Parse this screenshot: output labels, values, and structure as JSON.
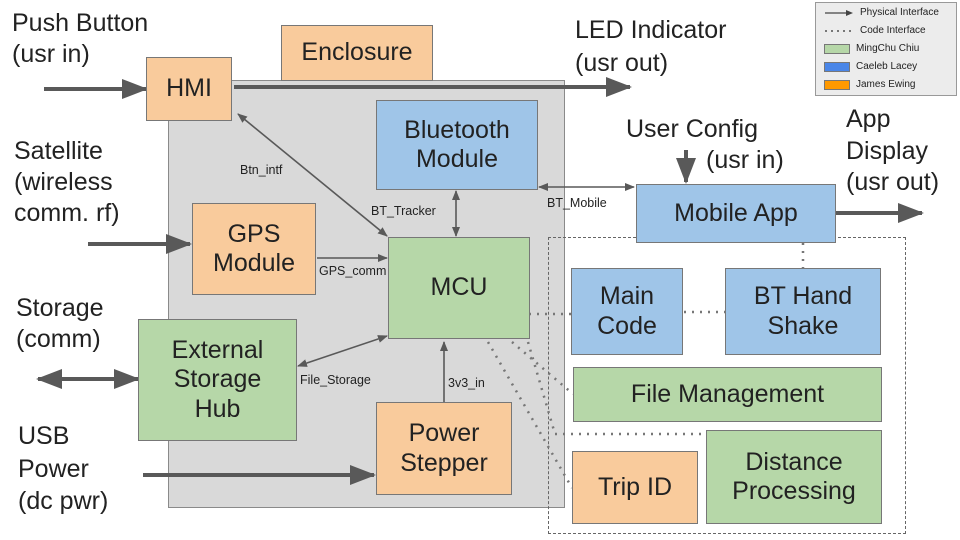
{
  "colors": {
    "orange": "#f9cb9c",
    "blue": "#9fc5e8",
    "green": "#b6d7a8",
    "enclosure_bg": "#d9d9d9",
    "arrow": "#595959",
    "dotted": "#777777",
    "legend_orange": "#ff9900",
    "legend_blue": "#4a86e8",
    "legend_green": "#b6d7a8"
  },
  "external": {
    "push_button": "Push Button\n(usr in)",
    "satellite": "Satellite\n(wireless\ncomm. rf)",
    "storage": "Storage\n(comm)",
    "usb_power": "USB\nPower\n(dc pwr)",
    "led_indicator": "LED Indicator\n(usr out)",
    "user_config": "User Config",
    "user_config_sub": "(usr in)",
    "app_display": "App\nDisplay\n(usr out)"
  },
  "blocks": {
    "enclosure": "Enclosure",
    "hmi": "HMI",
    "bluetooth": "Bluetooth\nModule",
    "gps": "GPS\nModule",
    "mcu": "MCU",
    "ext_storage": "External\nStorage\nHub",
    "power": "Power\nStepper",
    "mobile_app": "Mobile App",
    "main_code": "Main\nCode",
    "bt_handshake": "BT Hand\nShake",
    "file_mgmt": "File Management",
    "trip_id": "Trip ID",
    "distance": "Distance\nProcessing"
  },
  "connections": {
    "btn_intf": "Btn_intf",
    "bt_tracker": "BT_Tracker",
    "bt_mobile": "BT_Mobile",
    "gps_comm": "GPS_comm",
    "file_storage": "File_Storage",
    "v3_in": "3v3_in"
  },
  "legend": {
    "physical": "Physical Interface",
    "code": "Code Interface",
    "person1": "MingChu Chiu",
    "person2": "Caeleb Lacey",
    "person3": "James Ewing"
  }
}
